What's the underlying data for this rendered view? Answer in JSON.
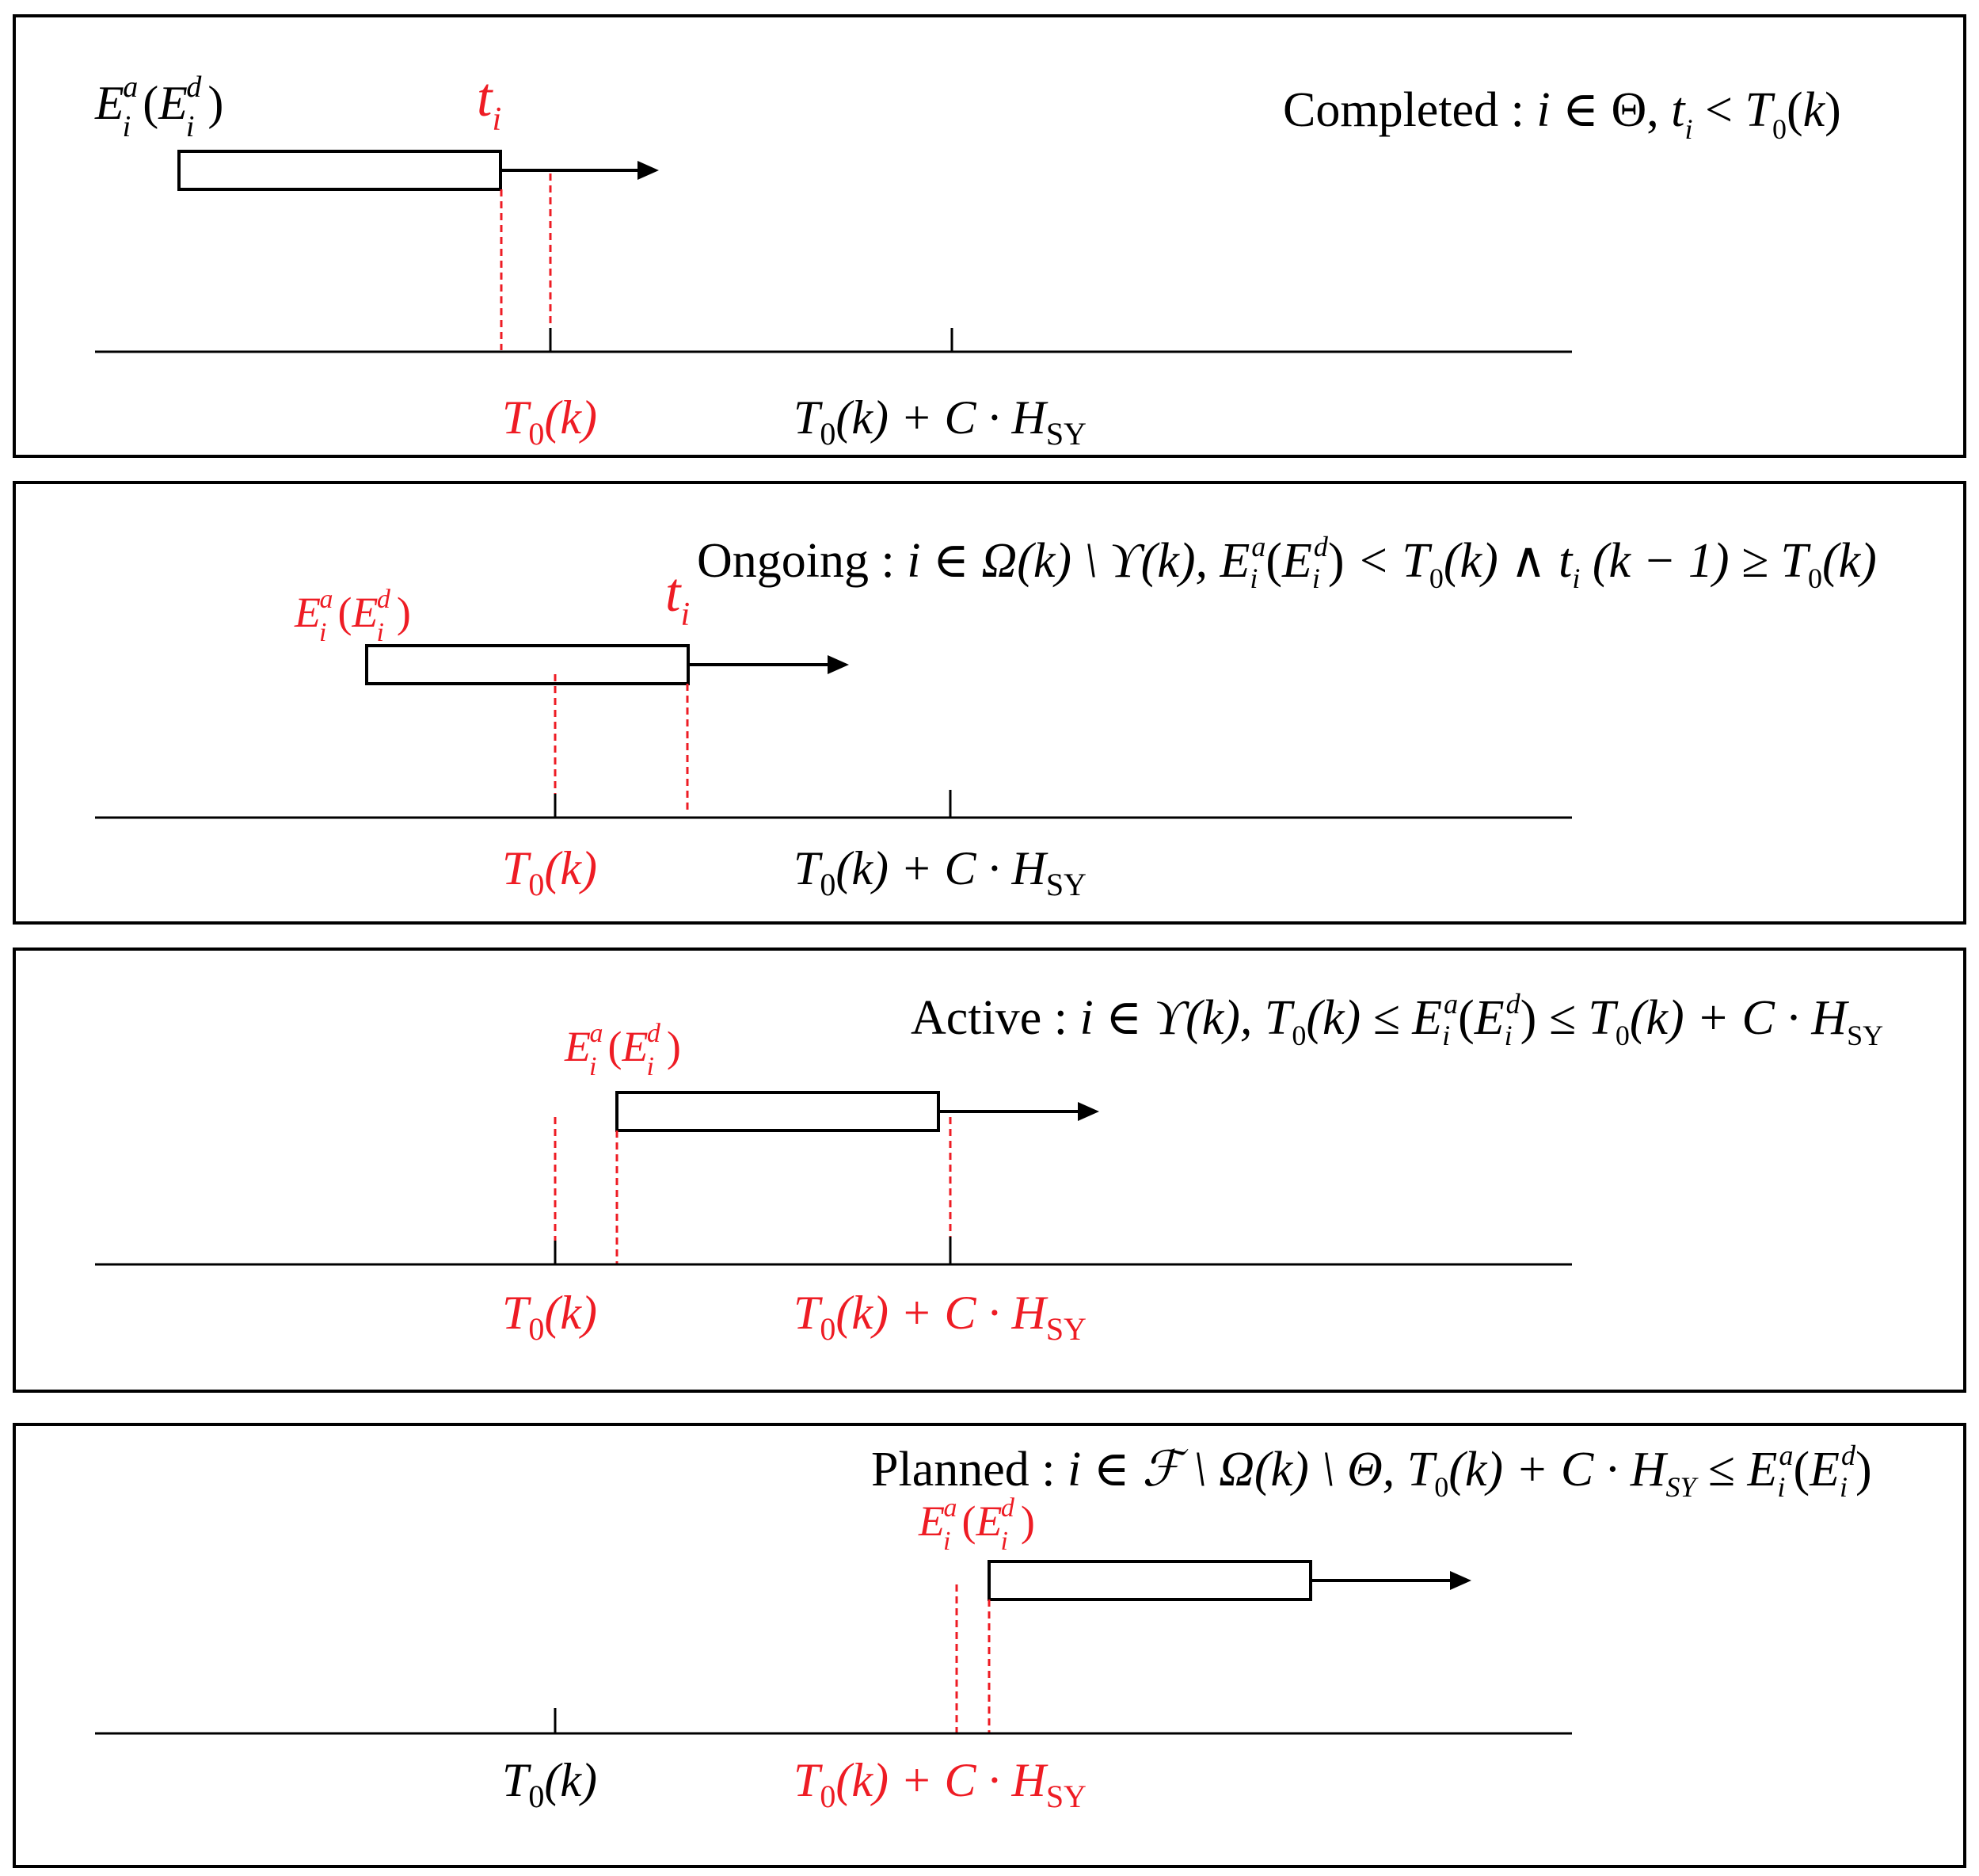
{
  "colors": {
    "highlight": "#ee1c24",
    "line": "#000000"
  },
  "panels": [
    {
      "state": "Completed",
      "sep": " : ",
      "cond_parts": [
        "i",
        " ∈ ",
        "Θ",
        ", ",
        "t",
        "i",
        "  < ",
        "T",
        "0",
        "(",
        "k",
        ")"
      ],
      "arrival_E": "E",
      "arrival_i": "i",
      "arrival_a": "a",
      "arrival_open": "(",
      "arrival_E2": "E",
      "arrival_i2": "i",
      "arrival_d": "d",
      "arrival_close": ")",
      "end_t": "t",
      "end_i": "i",
      "t0_T": "T",
      "t0_0": "0",
      "t0_rest": "(k)",
      "hz_T": "T",
      "hz_0": "0",
      "hz_mid": "(k) + C · H",
      "hz_sub": "SY"
    },
    {
      "state": "Ongoing",
      "sep": " : ",
      "cond_text": "i ∈ Ω(k) \\ ϒ(k), ",
      "cond_text2": " < T",
      "cond_text3": "(k) ∧ t",
      "cond_text4": " (k − 1) ≥ T",
      "cond_text5": "(k)",
      "arrival_E": "E",
      "arrival_i": "i",
      "arrival_a": "a",
      "arrival_open": "(",
      "arrival_E2": "E",
      "arrival_i2": "i",
      "arrival_d": "d",
      "arrival_close": ")",
      "end_t": "t",
      "end_i": "i",
      "t0_T": "T",
      "t0_0": "0",
      "t0_rest": "(k)",
      "hz_T": "T",
      "hz_0": "0",
      "hz_mid": "(k) + C · H",
      "hz_sub": "SY"
    },
    {
      "state": "Active",
      "sep": " : ",
      "cond_text": "i ∈ ϒ(k), T",
      "cond_text2": "(k) ≤ ",
      "cond_text3": " ≤ T",
      "cond_text4": "(k) + C · H",
      "cond_sub": "SY",
      "arrival_E": "E",
      "arrival_i": "i",
      "arrival_a": "a",
      "arrival_open": "(",
      "arrival_E2": "E",
      "arrival_i2": "i",
      "arrival_d": "d",
      "arrival_close": ")",
      "t0_T": "T",
      "t0_0": "0",
      "t0_rest": "(k)",
      "hz_T": "T",
      "hz_0": "0",
      "hz_mid": "(k) + C · H",
      "hz_sub": "SY"
    },
    {
      "state": "Planned",
      "sep": " : ",
      "cond_text": "i ∈ ℱ \\ Ω(k) \\ Θ, T",
      "cond_text2": "(k) + C · H",
      "cond_sub": "SY",
      "cond_text3": " ≤ ",
      "arrival_E": "E",
      "arrival_i": "i",
      "arrival_a": "a",
      "arrival_open": "(",
      "arrival_E2": "E",
      "arrival_i2": "i",
      "arrival_d": "d",
      "arrival_close": ")",
      "t0_T": "T",
      "t0_0": "0",
      "t0_rest": "(k)",
      "hz_T": "T",
      "hz_0": "0",
      "hz_mid": "(k) + C · H",
      "hz_sub": "SY"
    }
  ]
}
